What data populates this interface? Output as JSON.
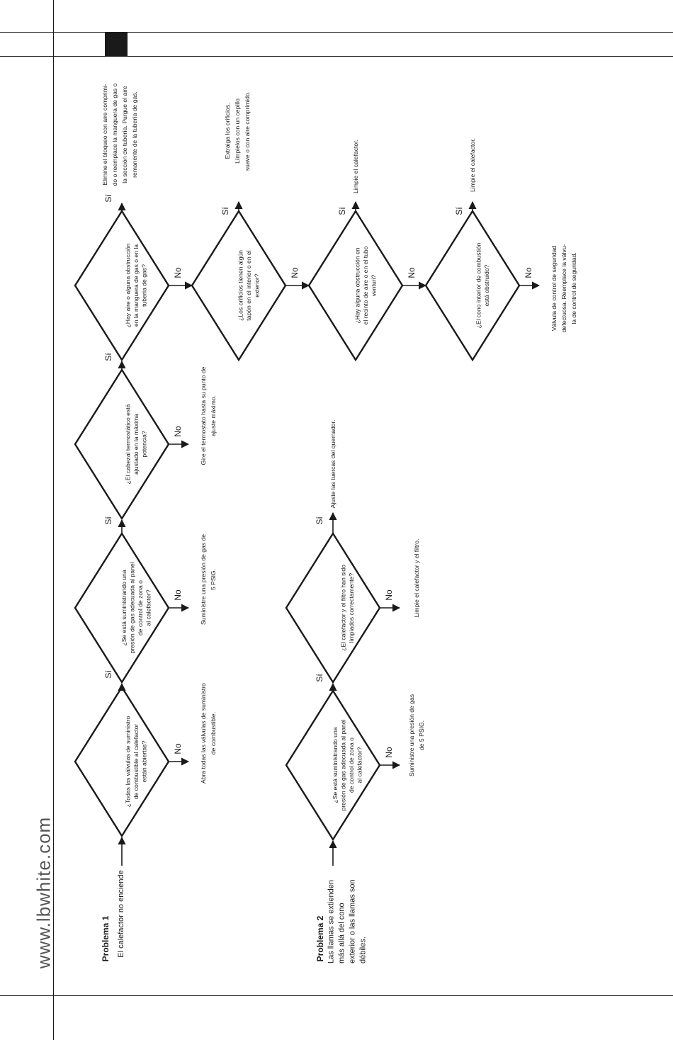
{
  "site_url": "www.lbwhite.com",
  "problems": [
    {
      "title": "Problema 1",
      "description": [
        "El calefactor no enciende"
      ],
      "steps": [
        {
          "question": [
            "¿Todas las válvulas de suministro",
            "de combustible al calefactor",
            "están abiertas?"
          ],
          "yes": "Sí",
          "no": "No",
          "no_action": [
            "Abra todas las válvulas de suministro",
            "de combustible."
          ]
        },
        {
          "question": [
            "¿Se está suministrando una",
            "presión de gas adecuada al panel",
            "de control de zona o",
            "al calefactor?"
          ],
          "yes": "Sí",
          "no": "No",
          "no_action": [
            "Suministre una presión de gas de",
            "5 PSIG."
          ]
        },
        {
          "question": [
            "¿El cabezal termostático está",
            "ajustado en la máxima",
            "potencia?"
          ],
          "yes": "Sí",
          "no": "No",
          "no_action": [
            "Gire el termostato hasta su punto de",
            "ajuste máximo."
          ]
        },
        {
          "question": [
            "¿Hay aire o alguna obstrucción",
            "en la manguera de gas o en la",
            "tubería de gas?"
          ],
          "yes": "Sí",
          "no": "No",
          "yes_action": [
            "Elimine el bloqueo con aire comprimi-",
            "do o reemplace la manguera de gas o",
            "la sección de tubería. Purgue el aire",
            "remanente de la tubería de gas."
          ]
        },
        {
          "question": [
            "¿Los orificios tienen algún",
            "tapón en el interior o en el",
            "exterior?"
          ],
          "yes": "Sí",
          "no": "No",
          "yes_action": [
            "Extraiga los orificios.",
            "Límpielos con un cepillo",
            "suave o con aire comprimido."
          ]
        },
        {
          "question": [
            "¿Hay alguna obstrucción en",
            "el recinto de aire o en el tubo",
            "venturi?"
          ],
          "yes": "Sí",
          "no": "No",
          "yes_action": [
            "Limpie el calefactor."
          ]
        },
        {
          "question": [
            "¿El cono interior de combustión",
            "está obstruido?"
          ],
          "yes": "Sí",
          "no": "No",
          "yes_action": [
            "Limpie el calefactor."
          ],
          "no_action": [
            "Válvula de control de seguridad",
            "defectuosa. Reemplace la válvu-",
            "la de control de seguridad."
          ]
        }
      ]
    },
    {
      "title": "Problema 2",
      "description": [
        "Las llamas se extienden",
        "más allá del cono",
        "exterior o las llamas son",
        "débiles."
      ],
      "steps": [
        {
          "question": [
            "¿Se está suministrando una",
            "presión de gas adecuada al panel",
            "de control de zona o",
            "al calefactor?"
          ],
          "yes": "Sí",
          "no": "No",
          "no_action": [
            "Suministre una presión de gas",
            "de 5 PSIG."
          ]
        },
        {
          "question": [
            "¿El calefactor y el filtro han sido",
            "limpiados correctamente?"
          ],
          "yes": "Sí",
          "no": "No",
          "yes_action": [
            "Ajuste las tuercas del quemador."
          ],
          "no_action": [
            "Limpie el calefactor y el filtro."
          ]
        }
      ]
    }
  ]
}
